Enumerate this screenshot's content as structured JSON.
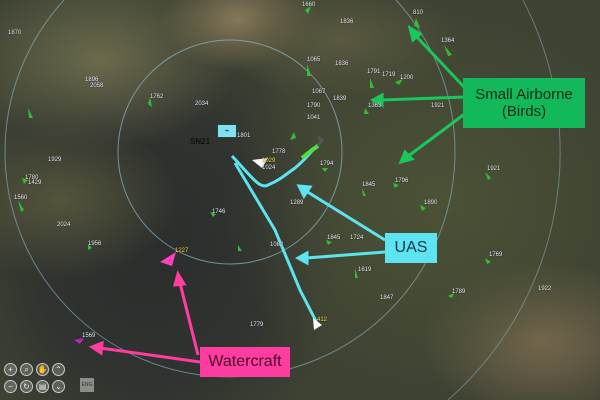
{
  "callouts": {
    "birds": "Small Airborne (Birds)",
    "uas": "UAS",
    "watercraft": "Watercraft"
  },
  "radar": {
    "id": "SN21"
  },
  "tracks": [
    "1870",
    "1896",
    "2058",
    "1762",
    "2034",
    "1929",
    "1780",
    "1429",
    "1560",
    "2024",
    "1956",
    "1227",
    "1569",
    "1801",
    "1041",
    "1778",
    "1029",
    "1024",
    "1794",
    "1845",
    "1796",
    "1890",
    "1921",
    "1845",
    "1724",
    "1619",
    "1847",
    "1769",
    "1789",
    "1922",
    "1779",
    "412",
    "1746",
    "1082",
    "1289",
    "1065",
    "1836",
    "1836",
    "1791",
    "1719",
    "1200",
    "1363",
    "1921",
    "810",
    "1364",
    "1067",
    "1839",
    "1790",
    "1660"
  ],
  "controls": {
    "zoom_in": "+",
    "zoom_out": "−",
    "eng": "ENG"
  },
  "colors": {
    "birds": "#12b85a",
    "uas": "#5ee3f0",
    "watercraft": "#ff3ca0"
  }
}
